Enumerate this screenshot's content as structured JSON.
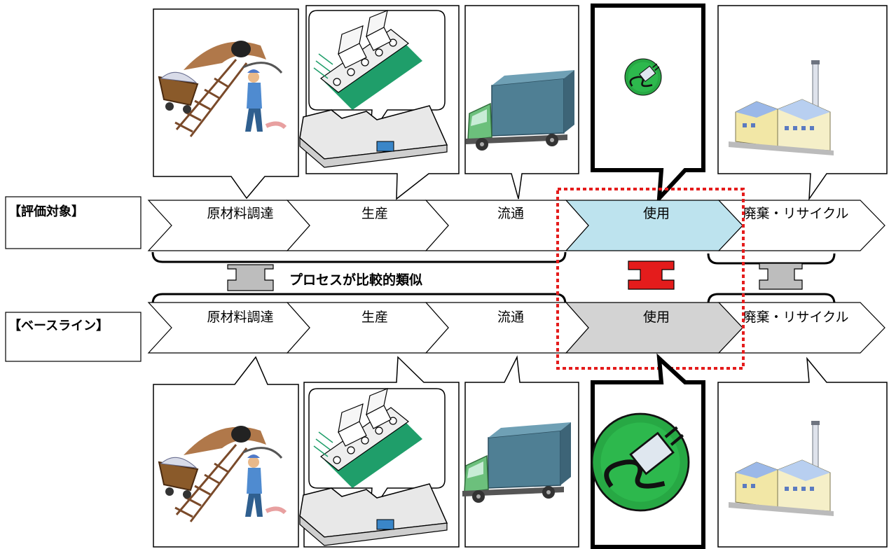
{
  "rows": {
    "target_label": "【評価対象】",
    "baseline_label": "【ベースライン】"
  },
  "stages": [
    "原材料調達",
    "生産",
    "流通",
    "使用",
    "廃棄・リサイクル"
  ],
  "comparison_note": "プロセスが比較的類似",
  "icons": [
    "mining-icon",
    "factory-icon",
    "truck-icon",
    "power-plug-icon",
    "recycling-plant-icon"
  ],
  "colors": {
    "target_use_fill": "#bde3ee",
    "baseline_use_fill": "#d3d3d3",
    "highlight_box": "#e41c1c",
    "similar_arrow": "#bdbdbd",
    "different_arrow": "#e41c1c",
    "plug_green": "#27a844"
  }
}
